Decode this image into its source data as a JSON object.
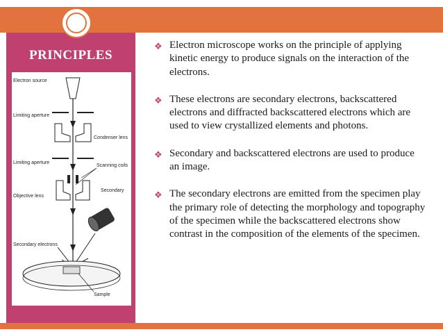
{
  "slide": {
    "title": "PRINCIPLES",
    "colors": {
      "accent_bar": "#e2733f",
      "title_panel": "#c0406f",
      "bullet_mark": "#c0406f"
    },
    "bullet_icon": "diamond-bullet-icon",
    "bullet_glyph": "❖",
    "bullets": [
      "Electron microscope works on the principle of applying kinetic energy to produce signals on the interaction of the electrons.",
      "These electrons are secondary electrons, backscattered electrons and diffracted backscattered electrons which are used to view crystallized elements and photons.",
      "Secondary and backscattered electrons are used to produce an image.",
      "The secondary electrons are emitted from the specimen play the primary role of detecting the morphology and topography of the specimen while the backscattered electrons show contrast in the composition of the elements of the specimen."
    ]
  },
  "diagram": {
    "labels": {
      "electron_source": "Electron source",
      "limiting_aperture_1": "Limiting aperture",
      "condenser_lens": "Condenser lens",
      "limiting_aperture_2": "Limiting aperture",
      "scanning_coils": "Scanning coils",
      "objective_lens": "Objective lens",
      "secondary": "Secondary",
      "secondary_electrons": "Secondary electrons",
      "sample": "Sample"
    }
  }
}
